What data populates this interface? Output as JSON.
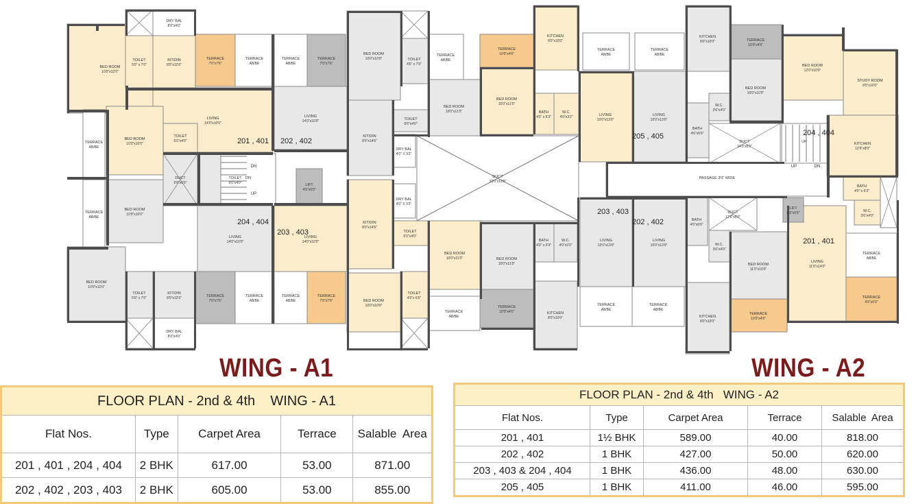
{
  "wings": [
    {
      "id": "a1",
      "title": "WING - A1"
    },
    {
      "id": "a2",
      "title": "WING - A2"
    }
  ],
  "tables": {
    "a1": {
      "caption": "FLOOR PLAN - 2nd & 4th    WING - A1",
      "headers": [
        "Flat Nos.",
        "Type",
        "Carpet Area",
        "Terrace",
        "Salable  Area"
      ],
      "rows": [
        [
          "201 , 401 , 204 , 404",
          "2 BHK",
          "617.00",
          "53.00",
          "871.00"
        ],
        [
          "202 , 402 , 203 , 403",
          "2 BHK",
          "605.00",
          "53.00",
          "855.00"
        ]
      ]
    },
    "a2": {
      "caption": "FLOOR PLAN - 2nd & 4th   WING - A2",
      "headers": [
        "Flat Nos.",
        "Type",
        "Carpet Area",
        "Terrace",
        "Salable  Area"
      ],
      "rows": [
        [
          "201 , 401",
          "1½ BHK",
          "589.00",
          "40.00",
          "818.00"
        ],
        [
          "202 , 402",
          "1 BHK",
          "427.00",
          "50.00",
          "620.00"
        ],
        [
          "203 , 403 & 204 , 404",
          "1 BHK",
          "436.00",
          "48.00",
          "630.00"
        ],
        [
          "205 , 405",
          "1 BHK",
          "411.00",
          "46.00",
          "595.00"
        ]
      ]
    }
  },
  "flat_labels": [
    "201 , 401",
    "202 , 402",
    "203 , 403",
    "204 , 404",
    "205 , 405",
    "203 , 403",
    "202 , 402",
    "204 , 404",
    "201 , 401"
  ],
  "room_labels": {
    "bedroom": "BED ROOM",
    "bedroom_10x12": "10'0\"x12'0\"",
    "bedroom_10x10": "10'0\"x10'0\"",
    "bedroom_10x11": "10'0\"x11'0\"",
    "bedroom_12x10": "12'0\"x10'0\"",
    "bedroom_11x10": "11'0\"x10'0\"",
    "living": "LIVING",
    "living_14x10": "14'0\"x10'0\"",
    "living_10x13": "10'0\"x13'0\"",
    "living_11x14": "11'0\"x14'0\"",
    "kitdin": "KIT/DIN",
    "kitdin_8x12": "8'0\"x12'6\"",
    "kitdin_8x14": "8'0\"x14'6\"",
    "kitchen": "KITCHEN",
    "kitchen_8x10": "8'0\"x10'0\"",
    "kitchen_12x8": "12'6\"x8'0\"",
    "toilet": "TOILET",
    "toilet_5x7": "5'0\" x 7'0\"",
    "toilet_4x7": "4'6\" x 7'0\"",
    "toilet_6x4": "6'6\"x4'0\"",
    "toilet_4x6": "4'6\"x 6'6\"",
    "terrace": "TERRACE",
    "terrace_ab": "AB/BE",
    "terrace_7x7": "7'0\"x7'6\"",
    "terrace_10x4": "10'0\"x4'6\"",
    "terrace_6x6": "6'6\"x6'0\"",
    "drybal": "DRY BAL",
    "drybal_8x4": "8'0\"x4'0\"",
    "drybal_4x3": "4'0\" X 3'2\"",
    "duct": "DUCT",
    "duct_center": "32'0\"x13'0\"",
    "duct_6x6": "6'6\"x6'6\"",
    "duct_14x5": "14'0\"x5'0\"",
    "duct_12x5": "12'6\"x5'0\"",
    "lift": "LIFT",
    "lift_4x6": "4'6\"x6'0\"",
    "lift_5x6": "5'6\"x5'6\"",
    "bath": "BATH",
    "bath_4x6": "4'0\" x 6'3\"",
    "bath_46": "4'6\"x6'6\"",
    "wc": "W.C.",
    "wc_4x3": "4'0\"x3'2\"",
    "wc_3x4": "3'6\"x4'0\"",
    "study": "STUDY ROOM",
    "study_9x10": "9'0\"x10'0\"",
    "passage": "PASSAGE 3'0\" WIDE",
    "up": "UP",
    "dn": "DN"
  },
  "colors": {
    "wall": "#4d4d4d",
    "gray_room": "#e8e8e8",
    "beige_room": "#fbeccb",
    "terrace_orange": "#f6c98c",
    "terrace_gray": "#bdbdbd",
    "title": "#7a1c1c",
    "table_border": "#f3c878",
    "table_caption": "#fdf0c7"
  }
}
